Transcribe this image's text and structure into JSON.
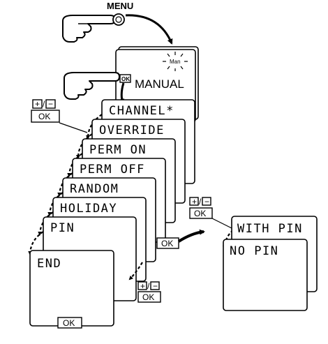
{
  "menu_label": "MENU",
  "man_badge": "Man",
  "manual_label": "MANUAL",
  "keys": {
    "plus": "+",
    "slash": "/",
    "minus": "−",
    "ok": "OK"
  },
  "menu_items": [
    "CHANNEL*",
    "OVERRIDE",
    "PERM ON",
    "PERM OFF",
    "RANDOM",
    "HOLIDAY",
    "PIN",
    "END"
  ],
  "submenu_items": [
    "WITH PIN",
    "NO PIN"
  ],
  "icons": [
    "hand-pointer-icon",
    "menu-button-icon",
    "blinking-indicator-icon",
    "curved-arrow-icon"
  ],
  "colors": {
    "line": "#000000",
    "background": "#ffffff"
  }
}
